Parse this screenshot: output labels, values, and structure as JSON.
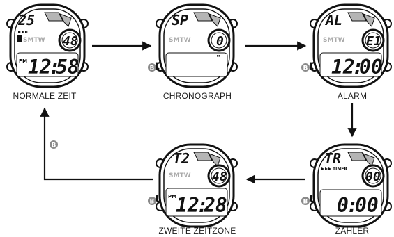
{
  "captions": {
    "normal_time": "NORMALE ZEIT",
    "chronograph": "CHRONOGRAPH",
    "alarm": "ALARM",
    "countdown": "ZÄHLER",
    "dual_time": "ZWEITE ZEITZONE"
  },
  "button_label": "B",
  "watches": {
    "normal_time": {
      "top": "25",
      "sub": "48",
      "pm": "PM",
      "hour": "12",
      "min": "58",
      "days": "SMTW"
    },
    "chronograph": {
      "top": "SP",
      "sub": "0",
      "days": "SMTW",
      "mark": "\""
    },
    "alarm": {
      "top": "AL",
      "sub": "E1",
      "hour": "12",
      "min": "00",
      "days": "SMTW"
    },
    "countdown": {
      "top": "TR",
      "timer": "TIMER",
      "sub": "00",
      "hour": "0",
      "min": "00"
    },
    "dual_time": {
      "top": "T2",
      "sub": "48",
      "pm": "PM",
      "hour": "12",
      "min": "28",
      "days": "SMTW"
    }
  },
  "colors": {
    "ink": "#111111",
    "button": "#8a8a8a",
    "segment": "#b5b5b5"
  }
}
